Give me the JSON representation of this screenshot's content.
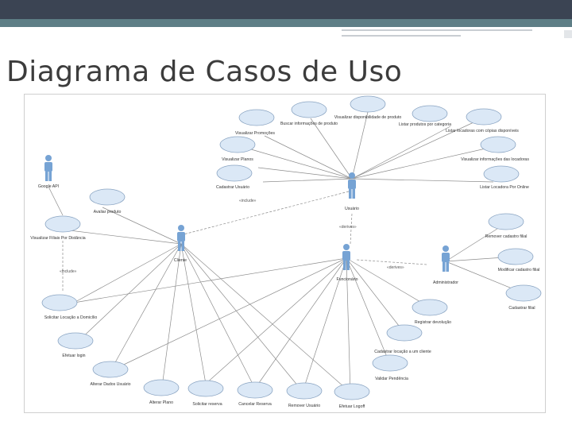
{
  "title": "Diagrama de Casos de Uso",
  "actors": {
    "google": "Google API",
    "usuario": "Usuário",
    "cliente": "Cliente",
    "funcionario": "Funcionário",
    "administrador": "Administrador"
  },
  "use_cases": {
    "visualizar_disponibilidade": "Visualizar disponibilidade de produto",
    "buscar_informacoes": "Buscar informações de produto",
    "listar_produtos": "Listar produtos por categoria",
    "visualizar_promocoes": "Visualizar Promoções",
    "listar_locadoras_copias": "Listar locadoras com cópias disponíveis",
    "visualizar_planos": "Visualizar Planos",
    "visualizar_info_locadoras": "Visualizar informações das locadoras",
    "cadastrar_usuario": "Cadastrar Usuário",
    "listar_locadora_online": "Listar Locadora Por Online",
    "avaliar_produto": "Avaliar produto",
    "visualizar_filiais": "Visualizar Filiais Por Distância",
    "remover_filial": "Remover cadastro filial",
    "modificar_filial": "Modificar cadastro filial",
    "cadastrar_filial": "Cadastrar filial",
    "solicitar_locacao_domicilio": "Solicitar Locação a Domicílio",
    "registrar_devolucao": "Registrar devolução",
    "efetuar_login": "Efetuar login",
    "cadastrar_locacao": "Cadastrar locação a um cliente",
    "alterar_dados": "Alterar Dados Usuário",
    "validar_pendencia": "Validar Pendência",
    "alterar_plano": "Alterar Plano",
    "solicitar_reserva": "Solicitar reserva",
    "cancelar_reserva": "Cancelar Reserva",
    "remover_usuario": "Remover Usuário",
    "efetuar_logoff": "Efetuar Logoff"
  },
  "stereotypes": {
    "include_top": "«include»",
    "derives1": "«derives»",
    "derives2": "«derives»",
    "include_left": "«include»"
  }
}
